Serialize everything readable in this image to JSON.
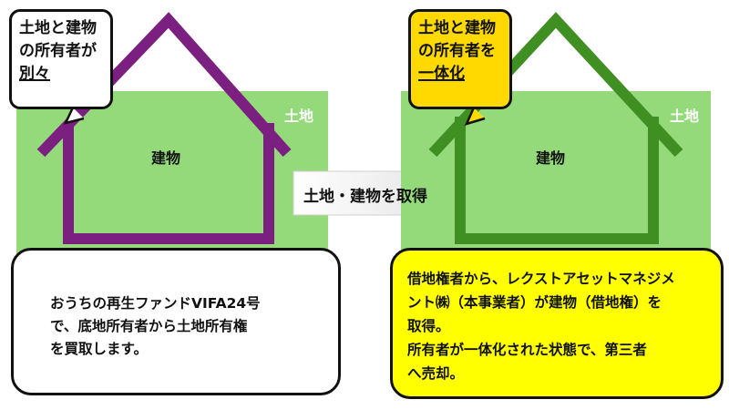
{
  "left": {
    "land_label": "土地",
    "building_label": "建物",
    "bubble": {
      "line1": "土地と建物",
      "line2": "の所有者が",
      "line3": "別々"
    },
    "note": {
      "line1": "おうちの再生ファンドVIFA24号",
      "line2": "で、底地所有者から土地所有権",
      "line3": "を買取します。"
    },
    "house_color": "#7b1f80"
  },
  "arrow": {
    "label": "土地・建物を取得"
  },
  "right": {
    "land_label": "土地",
    "building_label": "建物",
    "bubble": {
      "line1": "土地と建物",
      "line2": "の所有者を",
      "line3": "一体化"
    },
    "note": {
      "line1": "借地権者から、レクストアセットマネジメ",
      "line2": "ント㈱（本事業者）が建物（借地権）を",
      "line3": "取得。",
      "line4": "所有者が一体化された状態で、第三者",
      "line5": "へ売却。"
    },
    "house_color": "#3f8f23"
  },
  "colors": {
    "land": "#94d97a",
    "right_bubble": "#ffd900",
    "right_note": "#ffff00"
  }
}
